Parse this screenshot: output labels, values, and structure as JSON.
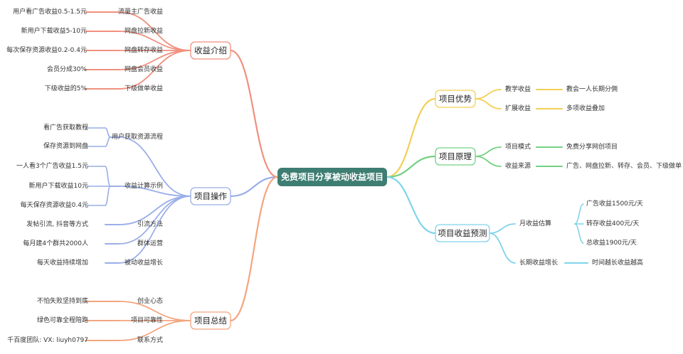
{
  "root": {
    "label": "免费项目分享被动收益项目",
    "color": "#3d7d72"
  },
  "branches": [
    {
      "label": "收益介绍",
      "color": "#f0907e",
      "children": [
        {
          "label": "流量主广告收益",
          "children": [
            {
              "label": "用户看广告收益0.5-1.5元"
            }
          ]
        },
        {
          "label": "网盘拉新收益",
          "children": [
            {
              "label": "新用户下载收益5-10元"
            }
          ]
        },
        {
          "label": "网盘转存收益",
          "children": [
            {
              "label": "每次保存资源收益0.2-0.4元"
            }
          ]
        },
        {
          "label": "网盘会员收益",
          "children": [
            {
              "label": "会员分成30%"
            }
          ]
        },
        {
          "label": "下级做单收益",
          "children": [
            {
              "label": "下级收益的5%"
            }
          ]
        }
      ]
    },
    {
      "label": "项目操作",
      "color": "#9aaee8",
      "children": [
        {
          "label": "用户获取资源流程",
          "children": [
            {
              "label": "看广告获取教程"
            },
            {
              "label": "保存资源到网盘"
            }
          ]
        },
        {
          "label": "收益计算示例",
          "children": [
            {
              "label": "一人看3个广告收益1.5元"
            },
            {
              "label": "新用户下载收益10元"
            },
            {
              "label": "每天保存资源收益0.4元"
            }
          ]
        },
        {
          "label": "引流方法",
          "children": [
            {
              "label": "发帖引流, 抖音等方式"
            }
          ]
        },
        {
          "label": "群体运营",
          "children": [
            {
              "label": "每月建4个群共2000人"
            }
          ]
        },
        {
          "label": "被动收益增长",
          "children": [
            {
              "label": "每天收益持续增加"
            }
          ]
        }
      ]
    },
    {
      "label": "项目总结",
      "color": "#f3a57f",
      "children": [
        {
          "label": "创业心态",
          "children": [
            {
              "label": "不怕失败坚持到底"
            }
          ]
        },
        {
          "label": "项目可靠性",
          "children": [
            {
              "label": "绿色可靠全程陪跑"
            }
          ]
        },
        {
          "label": "联系方式",
          "children": [
            {
              "label": "千百度团队: VX: liuyh0797"
            }
          ]
        }
      ]
    },
    {
      "label": "项目优势",
      "color": "#f3cf55",
      "children": [
        {
          "label": "教学收益",
          "children": [
            {
              "label": "教会一人长期分佣"
            }
          ]
        },
        {
          "label": "扩展收益",
          "children": [
            {
              "label": "多项收益叠加"
            }
          ]
        }
      ]
    },
    {
      "label": "项目原理",
      "color": "#74d183",
      "children": [
        {
          "label": "项目模式",
          "children": [
            {
              "label": "免费分享网创项目"
            }
          ]
        },
        {
          "label": "收益来源",
          "children": [
            {
              "label": "广告、网盘拉新、转存、会员、下级做单"
            }
          ]
        }
      ]
    },
    {
      "label": "项目收益预测",
      "color": "#7fd4ea",
      "children": [
        {
          "label": "月收益估算",
          "children": [
            {
              "label": "广告收益1500元/天"
            },
            {
              "label": "转存收益400元/天"
            },
            {
              "label": "总收益1900元/天"
            }
          ]
        },
        {
          "label": "长期收益增长",
          "children": [
            {
              "label": "时间越长收益越高"
            }
          ]
        }
      ]
    }
  ]
}
